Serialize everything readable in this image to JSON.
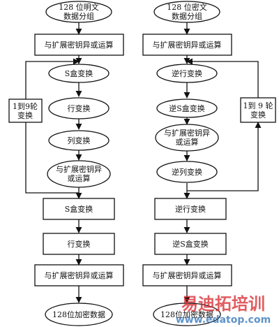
{
  "encrypt": {
    "start": [
      "128 位明文",
      "数据分组"
    ],
    "xor_initial": "与扩展密钥异或运算",
    "loop_label": [
      "1到9轮",
      "变换"
    ],
    "loop": {
      "sub_bytes": "S盒变换",
      "shift_rows": "行变换",
      "mix_columns": "列变换",
      "xor": [
        "与扩展密钥异",
        "或运算"
      ]
    },
    "final_sub_bytes": "S盒变换",
    "final_shift_rows": "行变换",
    "xor_final": "与扩展密钥异或运算",
    "end": "128位加密数据"
  },
  "decrypt": {
    "start": [
      "128 位密文",
      "数据分组"
    ],
    "xor_initial": "与扩展密钥异或运算",
    "loop_label": [
      "1到 9 轮",
      "变换"
    ],
    "loop": {
      "inv_shift_rows": "逆行变换",
      "inv_sub_bytes": "逆S盒变换",
      "xor": [
        "与扩展密钥异",
        "或运算"
      ],
      "inv_mix_columns": "逆列变换"
    },
    "final_inv_shift_rows": "逆行变换",
    "final_inv_sub_bytes": "逆S盒变换",
    "xor_final": "与扩展密钥异或运算",
    "end": "128位加密数据"
  },
  "watermark": {
    "brand": "易迪拓培训",
    "url": "www.edatop.com"
  },
  "colors": {
    "line": "#111111",
    "watermark_red": "#d7262b",
    "watermark_blue": "#2a6fb5"
  }
}
